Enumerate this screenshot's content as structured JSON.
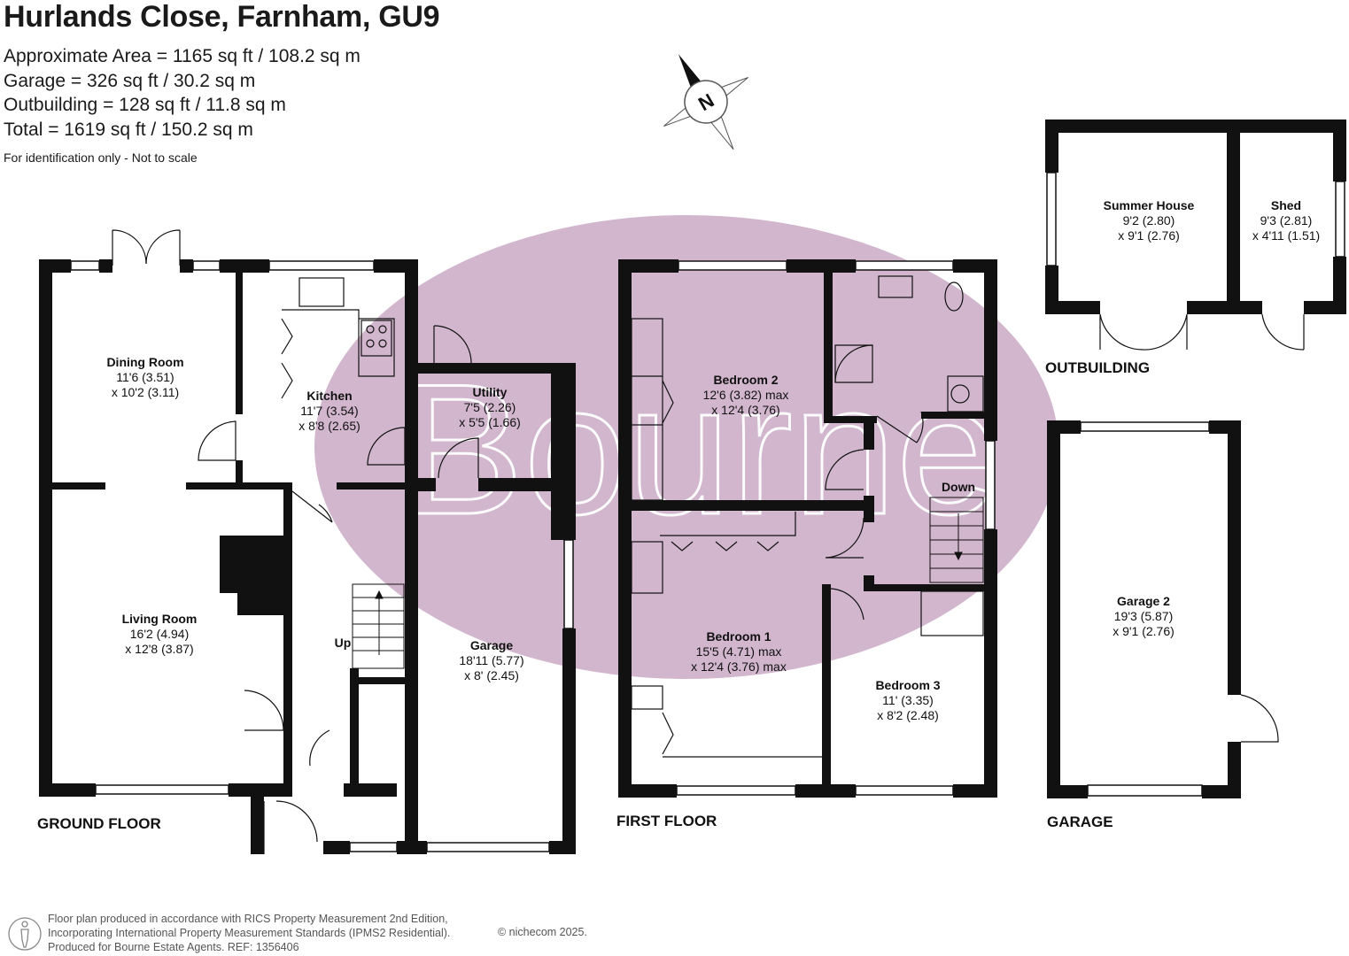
{
  "header": {
    "title": "Hurlands Close, Farnham, GU9",
    "areas": [
      "Approximate Area = 1165 sq ft / 108.2 sq m",
      "Garage = 326 sq ft / 30.2 sq m",
      "Outbuilding = 128 sq ft / 11.8 sq m",
      "Total = 1619 sq ft / 150.2 sq m"
    ],
    "note": "For identification only - Not to scale"
  },
  "compass": {
    "label": "N",
    "icon": "north-compass-icon"
  },
  "watermark": {
    "text": "Bourne",
    "color": "#c9a9c4"
  },
  "floors": {
    "ground": "GROUND FLOOR",
    "first": "FIRST FLOOR",
    "garage": "GARAGE",
    "outbuilding": "OUTBUILDING"
  },
  "rooms": {
    "dining": {
      "name": "Dining Room",
      "dim1": "11'6 (3.51)",
      "dim2": "x 10'2 (3.11)"
    },
    "kitchen": {
      "name": "Kitchen",
      "dim1": "11'7 (3.54)",
      "dim2": "x 8'8 (2.65)"
    },
    "utility": {
      "name": "Utility",
      "dim1": "7'5 (2.26)",
      "dim2": "x 5'5 (1.66)"
    },
    "living": {
      "name": "Living Room",
      "dim1": "16'2 (4.94)",
      "dim2": "x 12'8 (3.87)"
    },
    "garage": {
      "name": "Garage",
      "dim1": "18'11 (5.77)",
      "dim2": "x 8' (2.45)"
    },
    "bed2": {
      "name": "Bedroom 2",
      "dim1": "12'6 (3.82) max",
      "dim2": "x 12'4 (3.76)"
    },
    "bed1": {
      "name": "Bedroom 1",
      "dim1": "15'5 (4.71) max",
      "dim2": "x 12'4 (3.76) max"
    },
    "bed3": {
      "name": "Bedroom 3",
      "dim1": "11' (3.35)",
      "dim2": "x 8'2 (2.48)"
    },
    "summer": {
      "name": "Summer House",
      "dim1": "9'2 (2.80)",
      "dim2": "x 9'1 (2.76)"
    },
    "shed": {
      "name": "Shed",
      "dim1": "9'3 (2.81)",
      "dim2": "x 4'11 (1.51)"
    },
    "garage2": {
      "name": "Garage 2",
      "dim1": "19'3 (5.87)",
      "dim2": "x 9'1 (2.76)"
    }
  },
  "stairs": {
    "up": "Up",
    "down": "Down"
  },
  "footer": {
    "lines": [
      "Floor plan produced in accordance with RICS Property Measurement 2nd Edition,",
      "Incorporating International Property Measurement Standards (IPMS2 Residential).",
      "Produced for Bourne Estate Agents.   REF:  1356406"
    ],
    "copyright": "© nichecom 2025."
  }
}
